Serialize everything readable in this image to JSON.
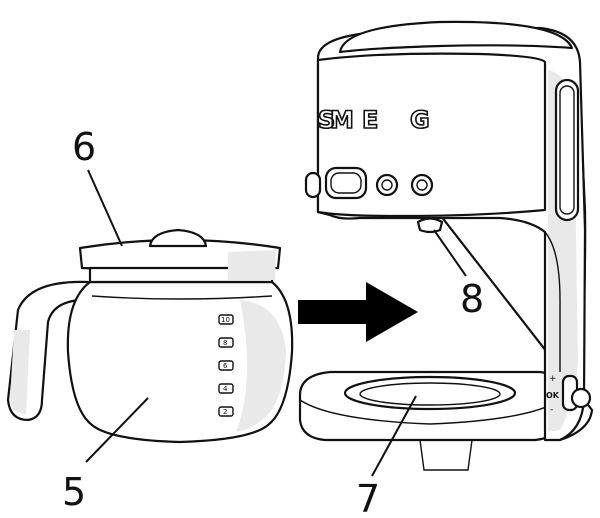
{
  "brand": {
    "logo_letters": [
      "S",
      "M",
      "E",
      "G"
    ]
  },
  "carafe": {
    "cup_marks": [
      "10",
      "8",
      "6",
      "4",
      "2"
    ]
  },
  "machine": {
    "switch_labels": {
      "top": "+",
      "ok": "OK",
      "bottom": "-"
    }
  },
  "callouts": [
    {
      "id": "carafe-lid",
      "label": "6"
    },
    {
      "id": "carafe",
      "label": "5"
    },
    {
      "id": "drip-stop",
      "label": "8"
    },
    {
      "id": "hotplate",
      "label": "7"
    }
  ],
  "colors": {
    "outline": "#111111",
    "shade": "#e9e9e9",
    "arrow": "#000000"
  }
}
